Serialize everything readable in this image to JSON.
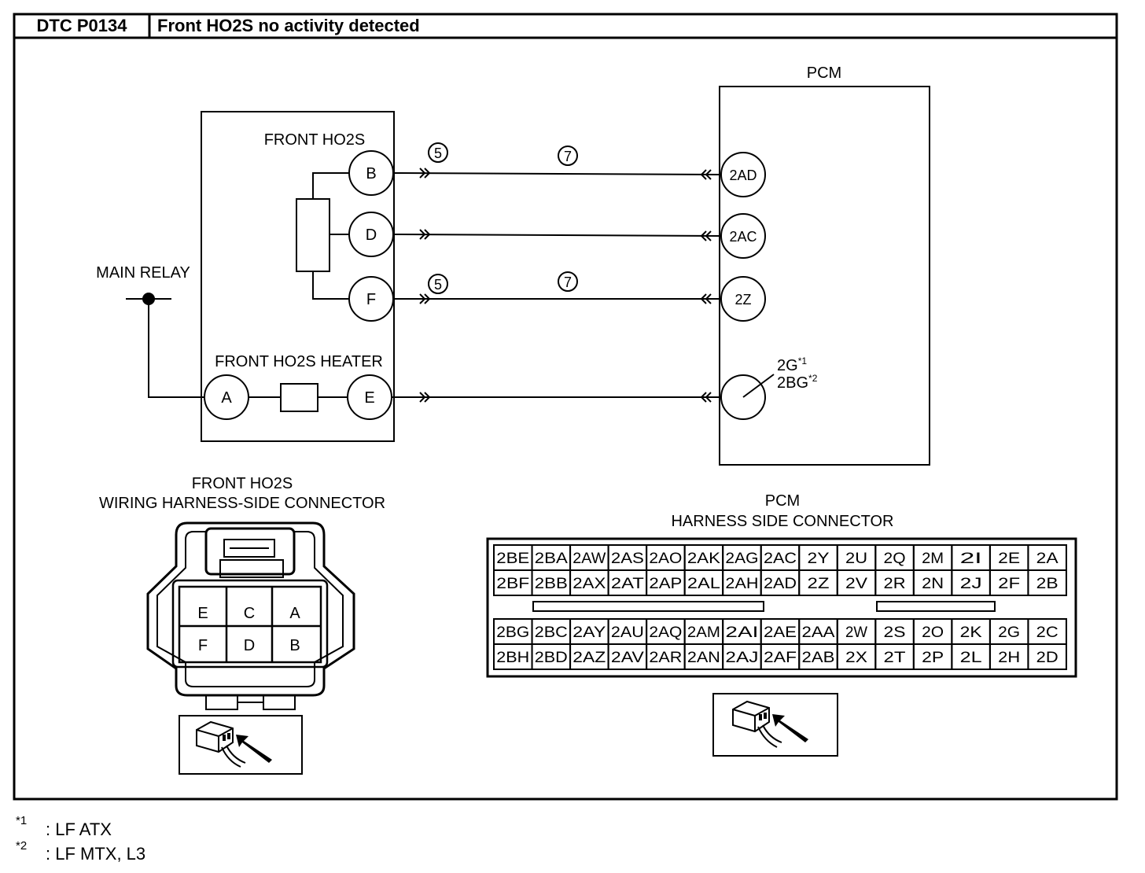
{
  "header": {
    "code": "DTC P0134",
    "title": "Front HO2S no activity detected"
  },
  "schematic": {
    "pcm_label": "PCM",
    "sensor_label": "FRONT HO2S",
    "heater_label": "FRONT HO2S HEATER",
    "main_relay_label": "MAIN RELAY",
    "sensor_pins": {
      "b": "B",
      "d": "D",
      "f": "F",
      "a": "A",
      "e": "E"
    },
    "pcm_pins": {
      "ad": "2AD",
      "ac": "2AC",
      "z": "2Z"
    },
    "pcm_ground": {
      "line1": "2G",
      "sup1": "*1",
      "line2": "2BG",
      "sup2": "*2"
    },
    "callouts": {
      "five": "5",
      "seven": "7"
    }
  },
  "ho2s_connector": {
    "title_line1": "FRONT HO2S",
    "title_line2": "WIRING HARNESS-SIDE CONNECTOR",
    "top_row": [
      "E",
      "C",
      "A"
    ],
    "bottom_row": [
      "F",
      "D",
      "B"
    ]
  },
  "pcm_connector": {
    "title_line1": "PCM",
    "title_line2": "HARNESS SIDE CONNECTOR",
    "row1": [
      "2BE",
      "2BA",
      "2AW",
      "2AS",
      "2AO",
      "2AK",
      "2AG",
      "2AC",
      "2Y",
      "2U",
      "2Q",
      "2M",
      "2I",
      "2E",
      "2A"
    ],
    "row2": [
      "2BF",
      "2BB",
      "2AX",
      "2AT",
      "2AP",
      "2AL",
      "2AH",
      "2AD",
      "2Z",
      "2V",
      "2R",
      "2N",
      "2J",
      "2F",
      "2B"
    ],
    "row3": [
      "2BG",
      "2BC",
      "2AY",
      "2AU",
      "2AQ",
      "2AM",
      "2AI",
      "2AE",
      "2AA",
      "2W",
      "2S",
      "2O",
      "2K",
      "2G",
      "2C"
    ],
    "row4": [
      "2BH",
      "2BD",
      "2AZ",
      "2AV",
      "2AR",
      "2AN",
      "2AJ",
      "2AF",
      "2AB",
      "2X",
      "2T",
      "2P",
      "2L",
      "2H",
      "2D"
    ]
  },
  "footnotes": [
    {
      "mark": "*1",
      "text": ": LF ATX"
    },
    {
      "mark": "*2",
      "text": ": LF MTX, L3"
    }
  ]
}
